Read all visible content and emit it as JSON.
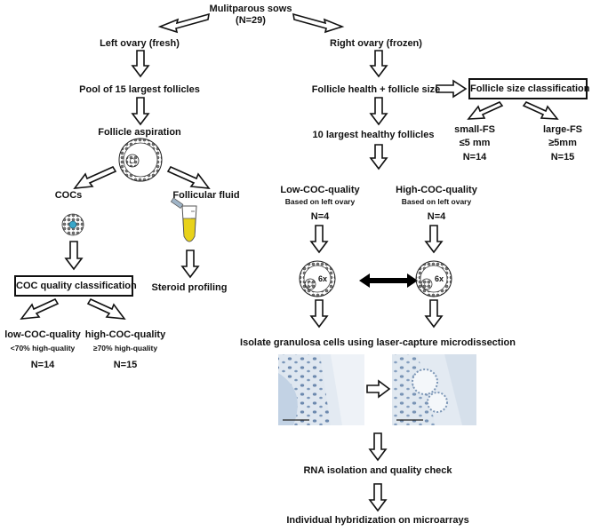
{
  "title": {
    "line1": "Mulitparous sows",
    "line2": "(N=29)"
  },
  "left": {
    "ovary": "Left ovary (fresh)",
    "pool": "Pool of 15 largest follicles",
    "aspiration": "Follicle aspiration",
    "cocs": "COCs",
    "fluid": "Follicular fluid",
    "coc_classification": "COC quality classification",
    "steroid": "Steroid profiling",
    "low": {
      "title": "low-COC-quality",
      "sub": "<70% high-quality",
      "n": "N=14"
    },
    "high": {
      "title": "high-COC-quality",
      "sub": "≥70% high-quality",
      "n": "N=15"
    }
  },
  "right": {
    "ovary": "Right ovary (frozen)",
    "health": "Follicle health + follicle size",
    "size_classification": "Follicle size classification",
    "small": {
      "title": "small-FS",
      "sub": "≤5 mm",
      "n": "N=14"
    },
    "large": {
      "title": "large-FS",
      "sub": "≥5mm",
      "n": "N=15"
    },
    "largest": "10 largest healthy follicles",
    "lowq": {
      "title": "Low-COC-quality",
      "sub": "Based on left ovary",
      "n": "N=4"
    },
    "highq": {
      "title": "High-COC-quality",
      "sub": "Based on left ovary",
      "n": "N=4"
    },
    "follicle_mult": "6x",
    "lcm": "Isolate granulosa cells using laser-capture microdissection",
    "rna": "RNA isolation and quality check",
    "hyb": "Individual hybridization on microarrays"
  },
  "colors": {
    "ink": "#111111",
    "fluid": "#e8d21a",
    "coc_core": "#3aa7c9",
    "tissue": "#a9bfd8"
  }
}
